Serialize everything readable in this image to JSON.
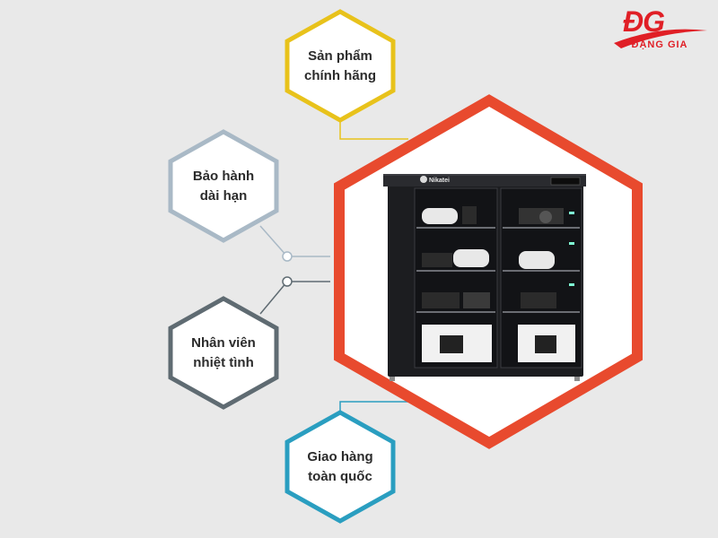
{
  "brand": {
    "logo_mark": "ĐG",
    "logo_text": "ĐẶNG GIA",
    "color": "#e01f26"
  },
  "product": {
    "brand_label": "Nikatei",
    "icon": "dry-cabinet-image"
  },
  "features": [
    {
      "line1": "Sản phẩm",
      "line2": "chính hãng",
      "color": "#e8c21b"
    },
    {
      "line1": "Bảo hành",
      "line2": "dài hạn",
      "color": "#a9b9c6"
    },
    {
      "line1": "Nhân viên",
      "line2": "nhiệt tình",
      "color": "#5f6b72"
    },
    {
      "line1": "Giao hàng",
      "line2": "toàn quốc",
      "color": "#2a9ec0"
    }
  ],
  "colors": {
    "background": "#e9e9e9",
    "main_hexagon": "#e84a2e"
  }
}
